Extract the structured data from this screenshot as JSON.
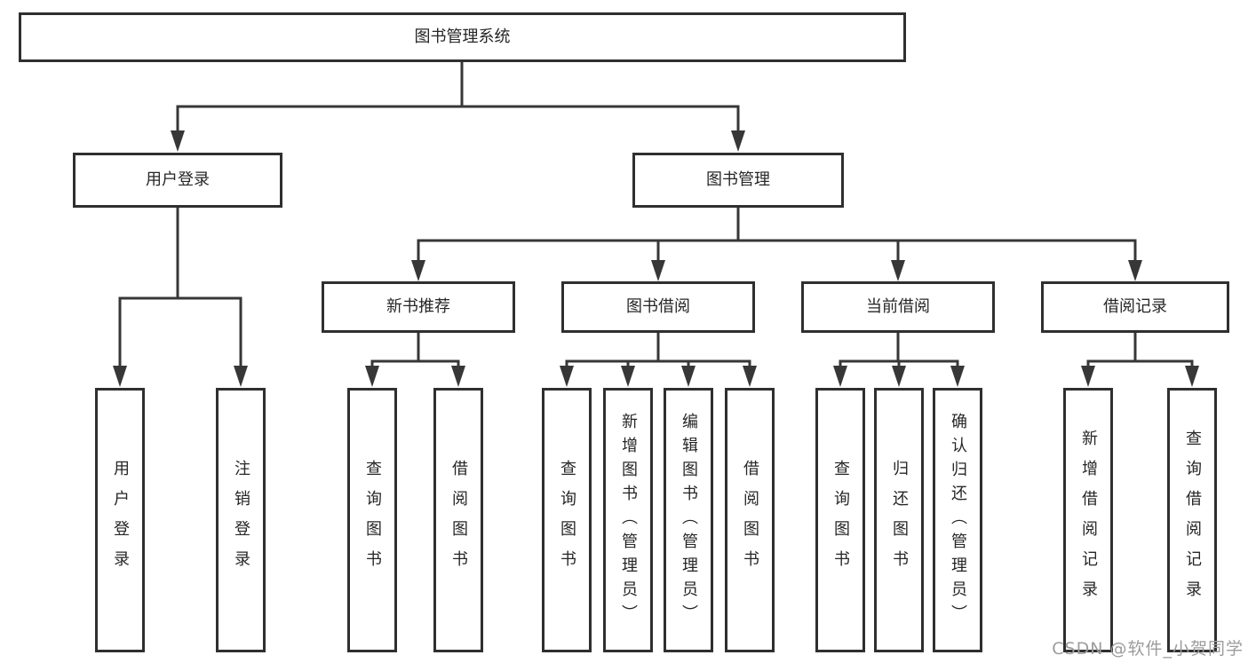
{
  "diagram": {
    "root": {
      "label": "图书管理系统"
    },
    "level2": [
      {
        "label": "用户登录"
      },
      {
        "label": "图书管理"
      }
    ],
    "level3": [
      {
        "label": "新书推荐"
      },
      {
        "label": "图书借阅"
      },
      {
        "label": "当前借阅"
      },
      {
        "label": "借阅记录"
      }
    ],
    "leaves": {
      "user_login": [
        "用户登录",
        "注销登录"
      ],
      "new_book": [
        "查询图书",
        "借阅图书"
      ],
      "book_borrow": [
        "查询图书",
        "新增图书（管理员）",
        "编辑图书（管理员）",
        "借阅图书"
      ],
      "current_borrow": [
        "查询图书",
        "归还图书",
        "确认归还（管理员）"
      ],
      "borrow_record": [
        "新增借阅记录",
        "查询借阅记录"
      ]
    },
    "watermark": "CSDN @软件_小贺同学",
    "colors": {
      "line": "#373737",
      "border": "#2f2f2f",
      "text": "#262626",
      "background": "#ffffff",
      "watermark": "#9c9c9c"
    }
  }
}
